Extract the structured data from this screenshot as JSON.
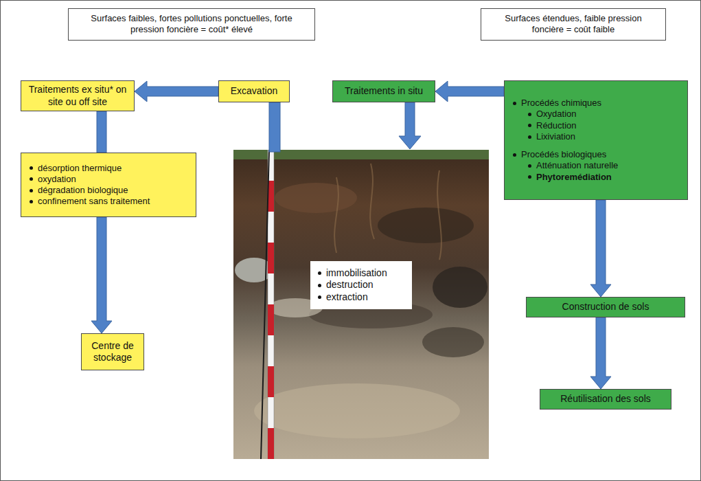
{
  "diagram": {
    "nodes": [
      {
        "text": [
          "Surfaces faibles, fortes pollutions ponctuelles, forte pression foncière = coût* élevé"
        ]
      },
      {
        "text": [
          "Surfaces étendues, faible pression foncière = coût faible"
        ]
      },
      {
        "text": [
          "Traitements ex situ* on site ou off site"
        ]
      },
      {
        "text": [
          "Excavation"
        ]
      },
      {
        "text": [
          "Traitements in situ"
        ]
      },
      {
        "text": [
          "Procédés chimiques",
          "Oxydation",
          "Réduction",
          "Lixiviation",
          "Procédés biologiques",
          "Atténuation naturelle",
          "Phytoremédiation"
        ]
      },
      {
        "text": [
          "désorption thermique",
          "oxydation",
          "dégradation biologique",
          "confinement sans traitement"
        ]
      },
      {
        "text": [
          "immobilisation",
          "destruction",
          "extraction"
        ]
      },
      {
        "text": [
          "Centre de stockage"
        ]
      },
      {
        "text": [
          "Construction de sols"
        ]
      },
      {
        "text": [
          "Réutilisation des sols"
        ]
      }
    ],
    "edges": [
      {
        "from": 3,
        "to": 2,
        "arrow": "to"
      },
      {
        "from": 5,
        "to": 4,
        "arrow": "to"
      },
      {
        "from": 2,
        "to": 6,
        "arrow": "none"
      },
      {
        "from": 6,
        "to": 8,
        "arrow": "to"
      },
      {
        "from": 5,
        "to": 9,
        "arrow": "to"
      },
      {
        "from": 9,
        "to": 10,
        "arrow": "to"
      }
    ]
  }
}
